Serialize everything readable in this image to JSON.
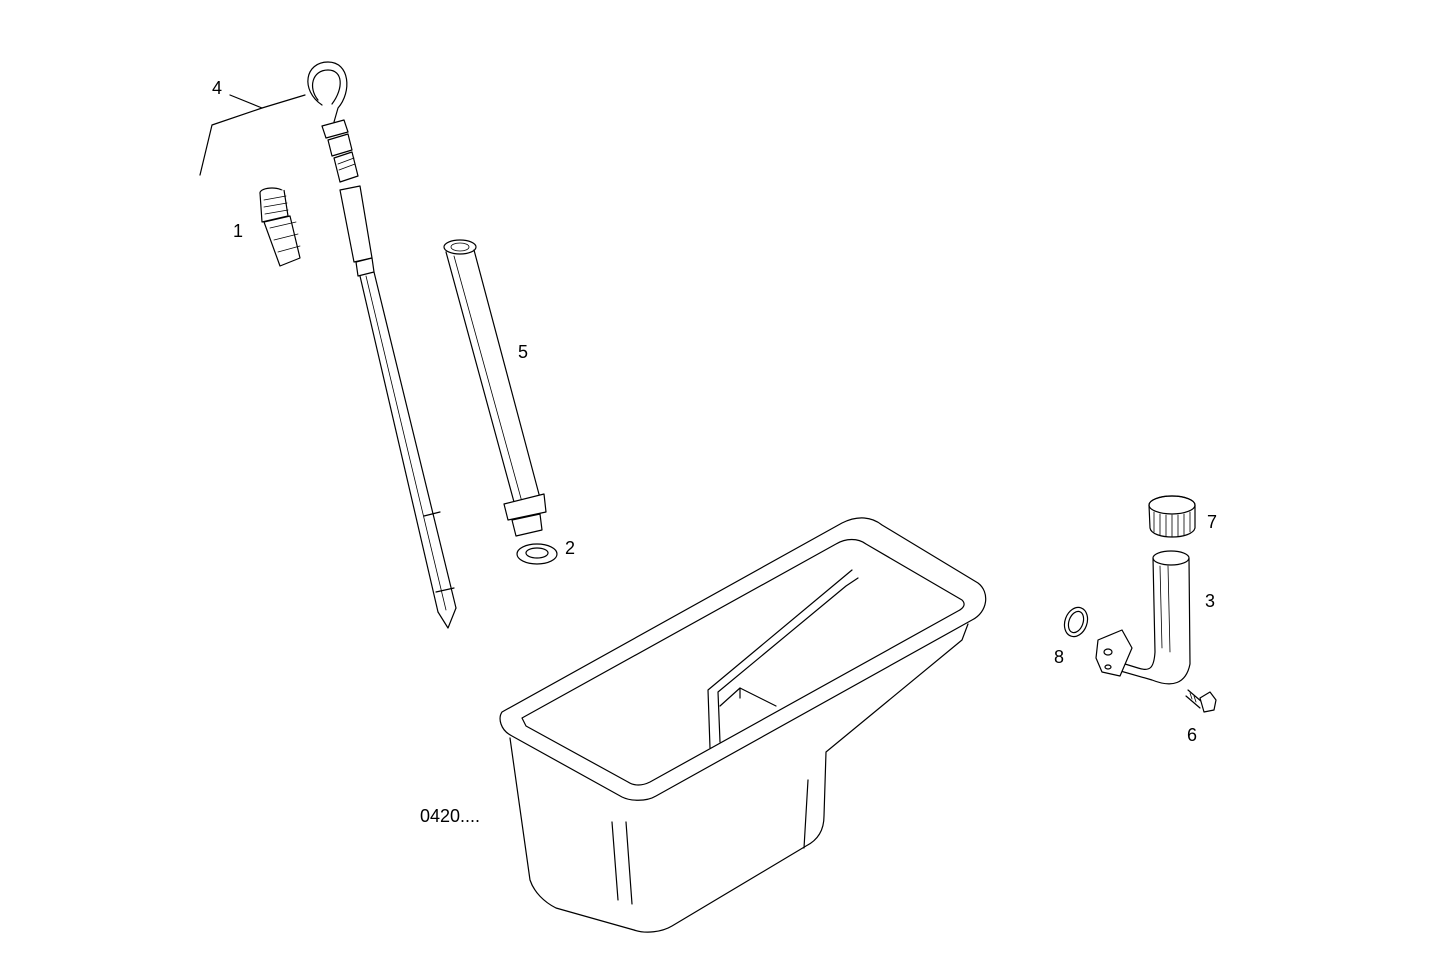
{
  "diagram": {
    "callouts": {
      "c1": "1",
      "c2": "2",
      "c3": "3",
      "c4": "4",
      "c5": "5",
      "c6": "6",
      "c7": "7",
      "c8": "8"
    },
    "drawing_code": "0420...."
  }
}
